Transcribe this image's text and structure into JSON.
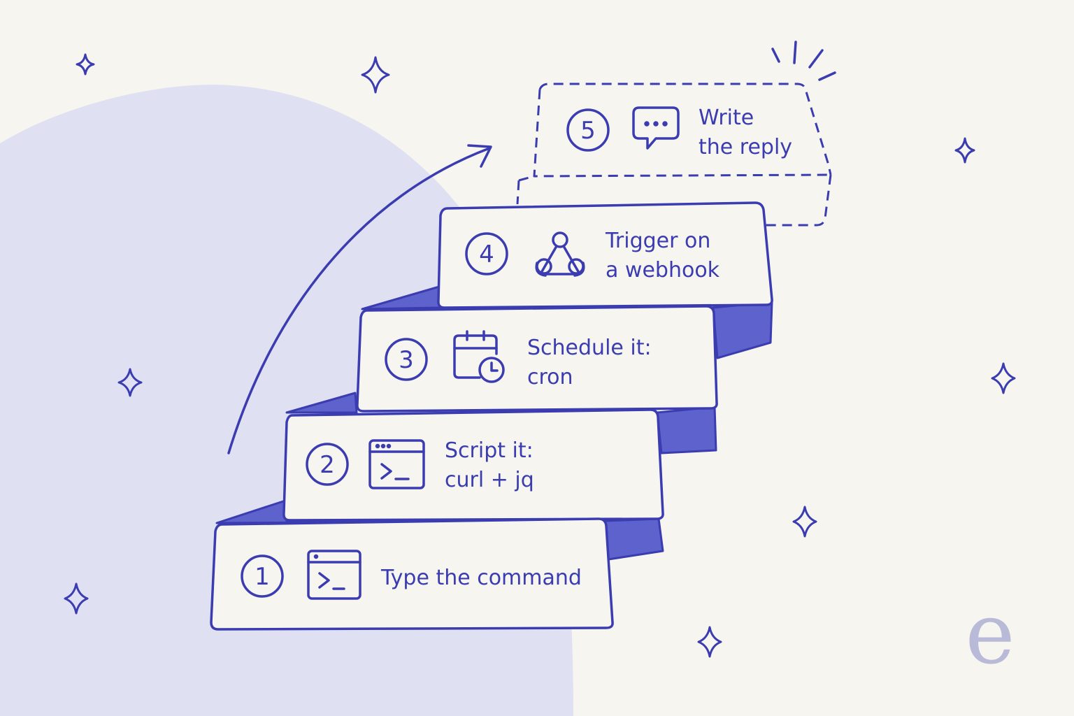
{
  "colors": {
    "background": "#f7f5f0",
    "blob": "#e0e0f3",
    "ink": "#3a3cb0",
    "step_side": "#5e62cc",
    "card_fill": "#f7f5f0",
    "brand": "#b9b9d8"
  },
  "steps": [
    {
      "number": "1",
      "icon": "terminal-icon",
      "lines": [
        "Type the command"
      ]
    },
    {
      "number": "2",
      "icon": "terminal-icon",
      "lines": [
        "Script it:",
        "curl + jq"
      ]
    },
    {
      "number": "3",
      "icon": "calendar-clock-icon",
      "lines": [
        "Schedule it:",
        "cron"
      ]
    },
    {
      "number": "4",
      "icon": "webhook-icon",
      "lines": [
        "Trigger on",
        "a webhook"
      ]
    },
    {
      "number": "5",
      "icon": "chat-bubble-icon",
      "lines": [
        "Write",
        "the reply"
      ]
    }
  ],
  "brand": {
    "letter": "e"
  }
}
